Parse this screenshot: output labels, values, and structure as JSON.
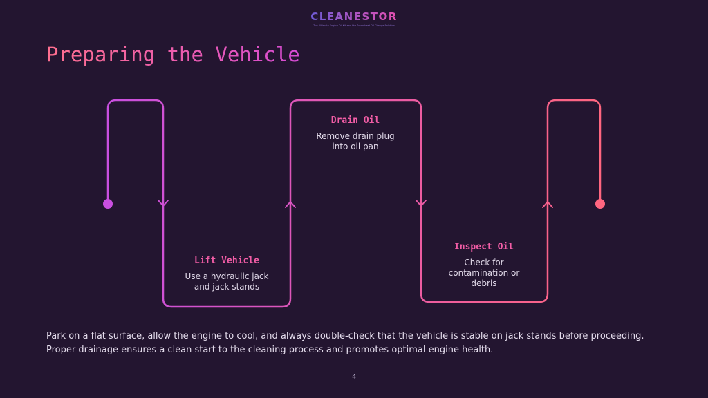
{
  "brand": {
    "name": "CLEANESTOR",
    "tagline": "The Ultimate Engine Oil Kit and the Smoothest Oil-Change Solution",
    "gradient_start": "#6f5bd6",
    "gradient_end": "#e34fb0"
  },
  "slide": {
    "title": "Preparing the Vehicle",
    "page_number": "4"
  },
  "steps": [
    {
      "title": "Lift Vehicle",
      "lines": [
        "Use a hydraulic jack",
        "and jack stands"
      ]
    },
    {
      "title": "Drain Oil",
      "lines": [
        "Remove drain plug",
        "into oil pan"
      ]
    },
    {
      "title": "Inspect Oil",
      "lines": [
        "Check for",
        "contamination or",
        "debris"
      ]
    }
  ],
  "body": {
    "line1": "Park on a flat surface, allow the engine to cool, and always double-check that the vehicle is stable on jack stands before proceeding.",
    "line2": "Proper drainage ensures a clean start to the cleaning process and promotes optimal engine health."
  },
  "colors": {
    "background": "#231530",
    "path_start": "#c94fe0",
    "path_end": "#ff6680",
    "step_title": "#f25da6"
  }
}
